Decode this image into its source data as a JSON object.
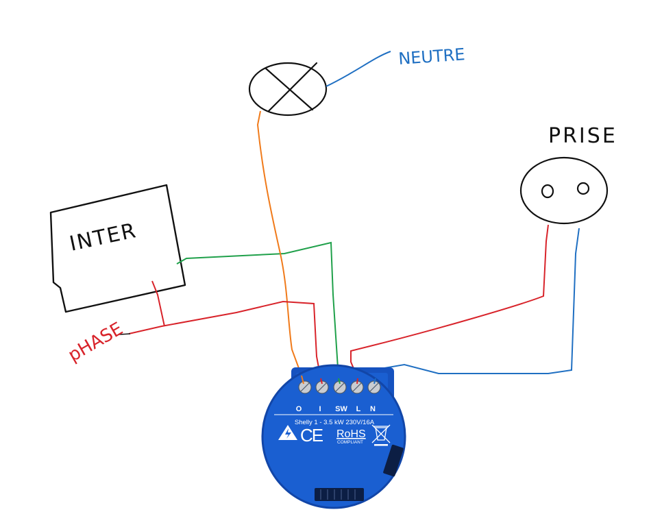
{
  "labels": {
    "neutral": "NEUTRE",
    "socket": "PRISE",
    "switch": "INTER",
    "phase": "pHASE"
  },
  "relay": {
    "terminals": [
      "O",
      "I",
      "SW",
      "L",
      "N"
    ],
    "model_line": "Shelly 1 - 3.5 kW 230V/16A",
    "rohs": "RoHS",
    "rohs_sub": "COMPLIANT",
    "ce": "CE"
  },
  "colors": {
    "neutral_wire": "#1f6fc2",
    "phase_wire": "#d8232a",
    "switch_wire": "#1fa04a",
    "lamp_wire": "#f07a1a",
    "relay_body": "#1a5fd1",
    "ink": "#111111"
  }
}
